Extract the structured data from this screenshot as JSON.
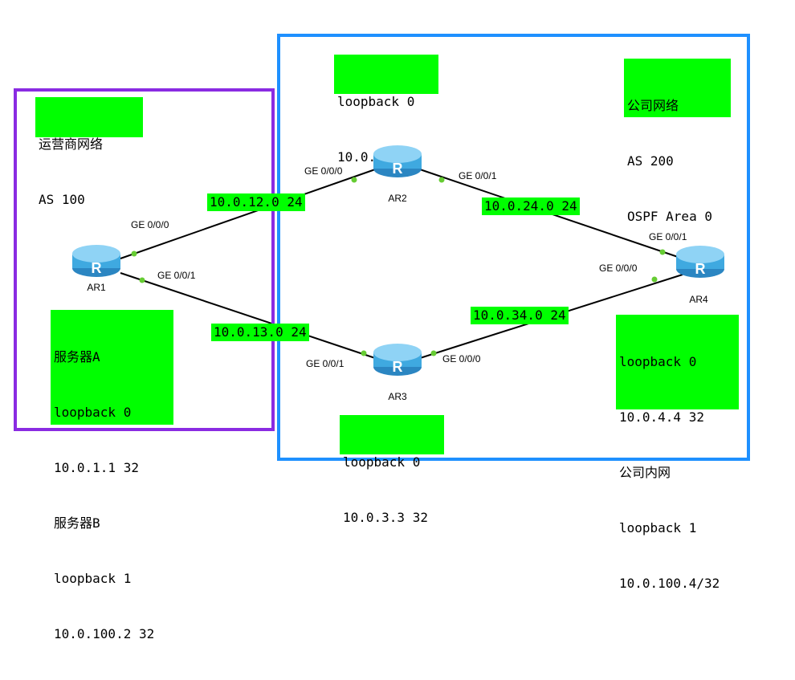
{
  "regions": {
    "isp": {
      "color": "#8a2be2"
    },
    "company": {
      "color": "#1e90ff"
    }
  },
  "labels": {
    "isp": [
      "运营商网络",
      "AS 100"
    ],
    "company": [
      "公司网络",
      "AS 200",
      "OSPF Area 0"
    ],
    "ar2_loop": [
      "loopback 0",
      "10.0.2.2 32"
    ],
    "ar1_loop": [
      "服务器A",
      "loopback 0",
      "10.0.1.1 32",
      "服务器B",
      "loopback 1",
      "10.0.100.2 32"
    ],
    "ar3_loop": [
      "loopback 0",
      "10.0.3.3 32"
    ],
    "ar4_loop": [
      "loopback 0",
      "10.0.4.4 32",
      "公司内网",
      "loopback 1",
      "10.0.100.4/32"
    ]
  },
  "routers": {
    "ar1": "AR1",
    "ar2": "AR2",
    "ar3": "AR3",
    "ar4": "AR4"
  },
  "ports": {
    "ar1_ge000": "GE 0/0/0",
    "ar1_ge001": "GE 0/0/1",
    "ar2_ge000": "GE 0/0/0",
    "ar2_ge001": "GE 0/0/1",
    "ar3_ge001": "GE 0/0/1",
    "ar3_ge000": "GE 0/0/0",
    "ar4_ge001": "GE 0/0/1",
    "ar4_ge000": "GE 0/0/0"
  },
  "networks": {
    "n12": "10.0.12.0 24",
    "n13": "10.0.13.0 24",
    "n24": "10.0.24.0 24",
    "n34": "10.0.34.0 24"
  },
  "colors": {
    "label_bg": "#00ff00",
    "link": "#000000",
    "port_dot": "#66cc33",
    "router": "#3fa9e0"
  }
}
